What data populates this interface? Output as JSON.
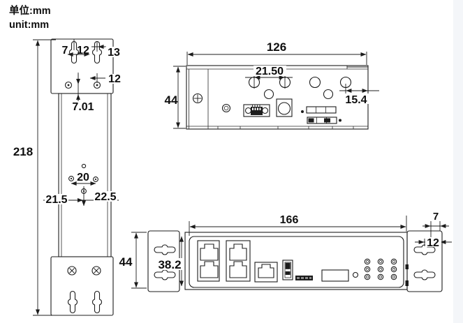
{
  "unit": {
    "cn": "单位:mm",
    "en": "unit:mm"
  },
  "side_view": {
    "overall_height": "218",
    "keyhole_edge_offset": "7",
    "keyhole_spacing": "12",
    "keyhole_right_offset": "13",
    "screw_hole_offset": "12",
    "screw_bottom_offset": "7.01",
    "vent_hole_spacing": "20",
    "bottom_hole_left_offset": "21.5",
    "bottom_hole_right_offset": "22.5"
  },
  "top_view": {
    "overall_width": "126",
    "overall_depth": "44",
    "antenna_hole_spacing": "21.50",
    "antenna_edge_offset": "15.4"
  },
  "front_view": {
    "overall_width": "166",
    "overall_height": "44",
    "panel_height": "38.2",
    "ear_hole_top_offset": "7",
    "ear_hole_spacing": "12"
  }
}
